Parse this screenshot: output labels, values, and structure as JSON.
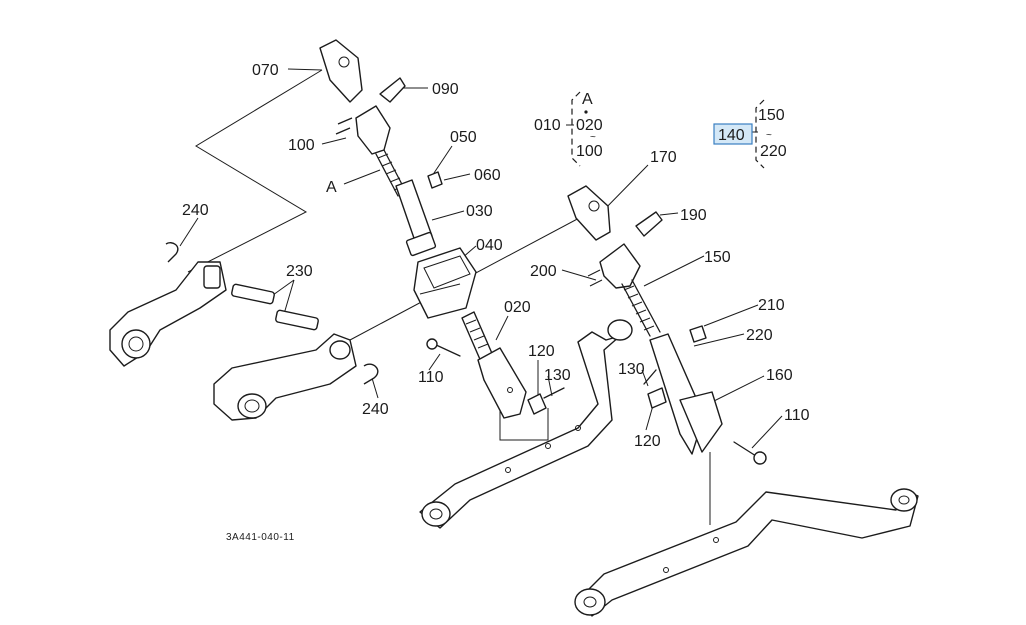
{
  "diagram": {
    "drawing_number": "3A441-040-11",
    "callouts": {
      "p070": "070",
      "p090": "090",
      "p100": "100",
      "p050": "050",
      "p060": "060",
      "p030": "030",
      "p040": "040",
      "p020": "020",
      "p120a": "120",
      "p130a": "130",
      "p110a": "110",
      "p240a": "240",
      "p230": "230",
      "p240b": "240",
      "p170": "170",
      "p190": "190",
      "p200": "200",
      "p150": "150",
      "p210": "210",
      "p220": "220",
      "p130b": "130",
      "p120b": "120",
      "p160": "160",
      "p110b": "110",
      "ref_a": "A"
    },
    "legend_a": {
      "letter": "A",
      "code": "010",
      "first": "020",
      "last": "100"
    },
    "legend_140": {
      "code": "140",
      "first": "150",
      "last": "220",
      "highlighted": true
    }
  }
}
